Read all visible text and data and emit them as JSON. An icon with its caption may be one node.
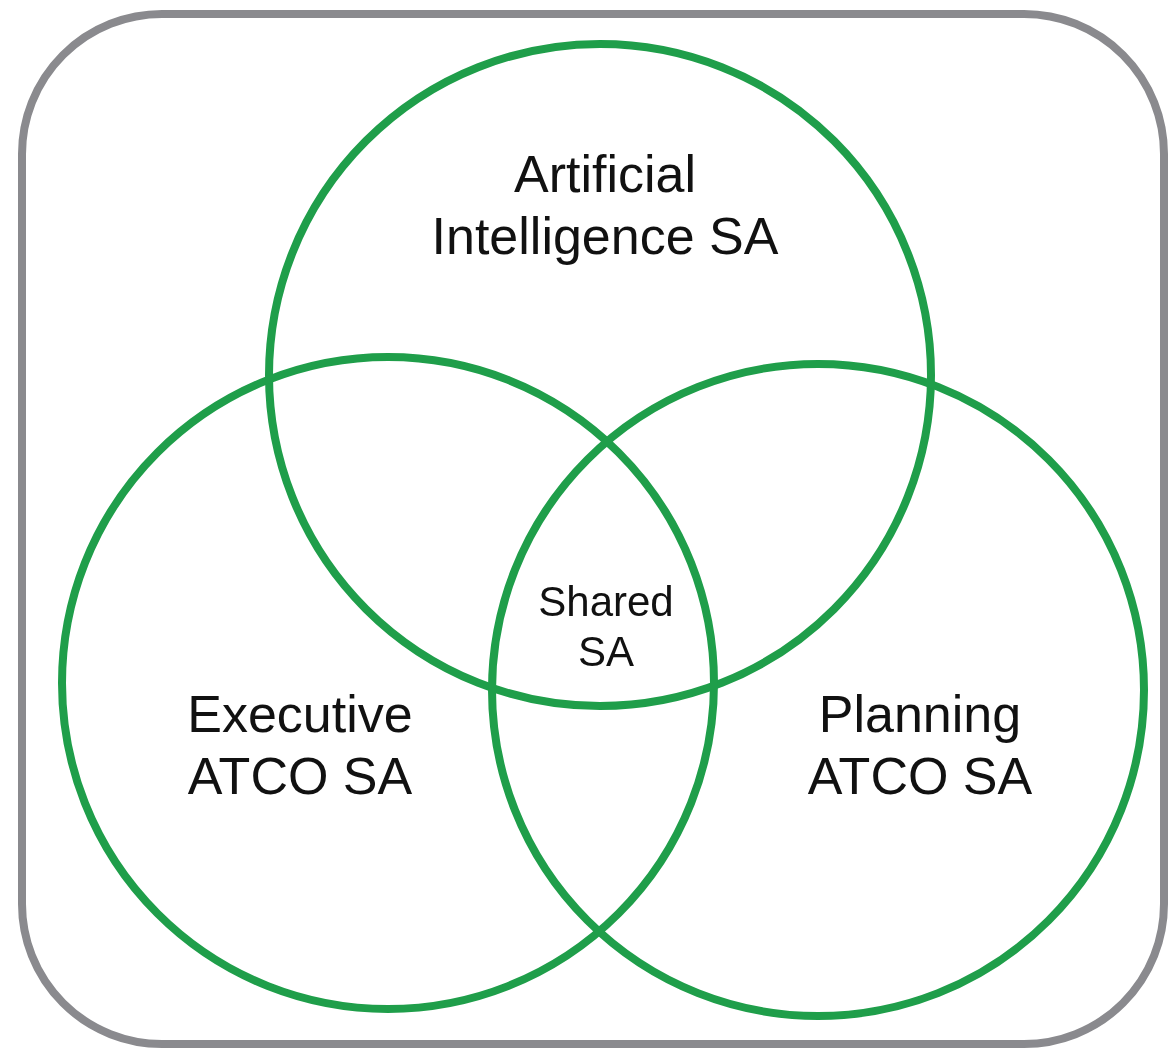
{
  "diagram": {
    "nodes": [
      {
        "text": [],
        "shape": "box"
      },
      {
        "text": [
          "Artificial Intelligence SA"
        ],
        "in": 0
      },
      {
        "text": [
          "Executive ATCO SA"
        ],
        "in": 0
      },
      {
        "text": [
          "Planning ATCO SA"
        ],
        "in": 0
      }
    ],
    "edges": [],
    "labels": [
      "Shared SA"
    ]
  }
}
